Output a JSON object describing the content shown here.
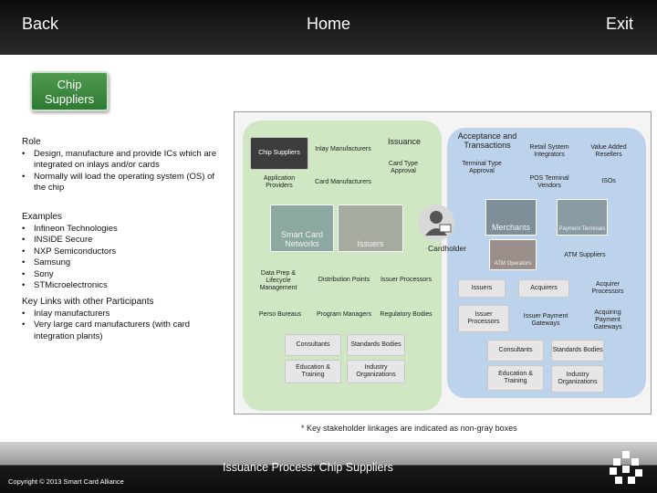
{
  "nav": {
    "back": "Back",
    "home": "Home",
    "exit": "Exit"
  },
  "title_badge": "Chip Suppliers",
  "left": {
    "role_heading": "Role",
    "role_items": [
      "Design, manufacture and provide ICs which are integrated on inlays and/or cards",
      "Normally will load the operating system (OS) of the chip"
    ],
    "examples_heading": "Examples",
    "examples": [
      "Infineon Technologies",
      "INSIDE Secure",
      "NXP Semiconductors",
      "Samsung",
      "Sony",
      "STMicroelectronics"
    ],
    "links_heading": "Key Links with other Participants",
    "links": [
      "Inlay manufacturers",
      "Very large card manufacturers (with card integration plants)"
    ]
  },
  "diagram": {
    "issuance": "Issuance",
    "chip_suppliers": "Chip Suppliers",
    "inlay_manufacturers": "Inlay Manufacturers",
    "application_providers": "Application Providers",
    "card_manufacturers": "Card Manufacturers",
    "card_type_approval": "Card Type Approval",
    "photo_smartcard": "Smart Card Networks",
    "photo_issuers": "Issuers",
    "cardholder": "Cardholder",
    "data_prep": "Data Prep & Lifecycle Management",
    "distribution_points": "Distribution Points",
    "issuer_processors_left": "Issuer Processors",
    "perso_bureaus": "Perso Bureaus",
    "program_managers": "Program Managers",
    "regulatory_bodies": "Regulatory Bodies",
    "consultants_left": "Consultants",
    "standards_bodies_left": "Standards Bodies",
    "education_left": "Education & Training",
    "industry_orgs_left": "Industry Organizations",
    "acceptance": "Acceptance and Transactions",
    "terminal_type_approval": "Terminal Type Approval",
    "retail_si": "Retail System Integrators",
    "value_added_resellers": "Value Added Resellers",
    "pos_vendors": "POS Terminal Vendors",
    "isos": "ISOs",
    "photo_merchants": "Merchants",
    "photo_payment_terminals": "Payment Terminals",
    "photo_atm": "ATM Operators",
    "atm_suppliers": "ATM Suppliers",
    "issuers": "Issuers",
    "acquirers": "Acquirers",
    "acquirer_processors": "Acquirer Processors",
    "issuer_processors_right": "Issuer Processors",
    "issuer_gateways": "Issuer Payment Gateways",
    "acquiring_gateways": "Acquiring Payment Gateways",
    "consultants_right": "Consultants",
    "standards_bodies_right": "Standards Bodies",
    "education_right": "Education & Training",
    "industry_orgs_right": "Industry Organizations"
  },
  "footnote": "* Key stakeholder linkages are indicated as non-gray boxes",
  "footer_title": "Issuance Process: Chip Suppliers",
  "copyright": "Copyright © 2013 Smart Card Alliance",
  "colors": {
    "green_panel": "#cfe8c3",
    "blue_panel": "#bcd3eb",
    "badge": "#3d8a40",
    "gray_box": "#e6e6e6"
  }
}
